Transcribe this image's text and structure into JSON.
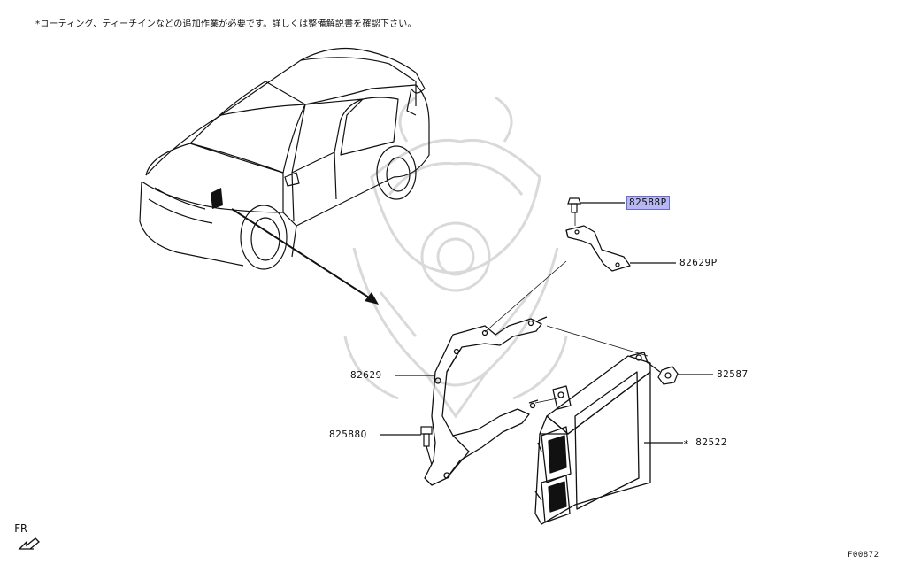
{
  "note": "*コーティング、ティーチインなどの追加作業が必要です。詳しくは整備解説書を確認下さい。",
  "callouts": {
    "p82588P": "82588P",
    "p82629P": "82629P",
    "p82629": "82629",
    "p82587": "82587",
    "p82588Q": "82588Q",
    "p82522": "∗ 82522"
  },
  "direction_label": "FR",
  "figure_code": "F00872",
  "colors": {
    "line": "#111111",
    "highlight": "#b8b8f0",
    "watermark": "#d9d9d9"
  }
}
